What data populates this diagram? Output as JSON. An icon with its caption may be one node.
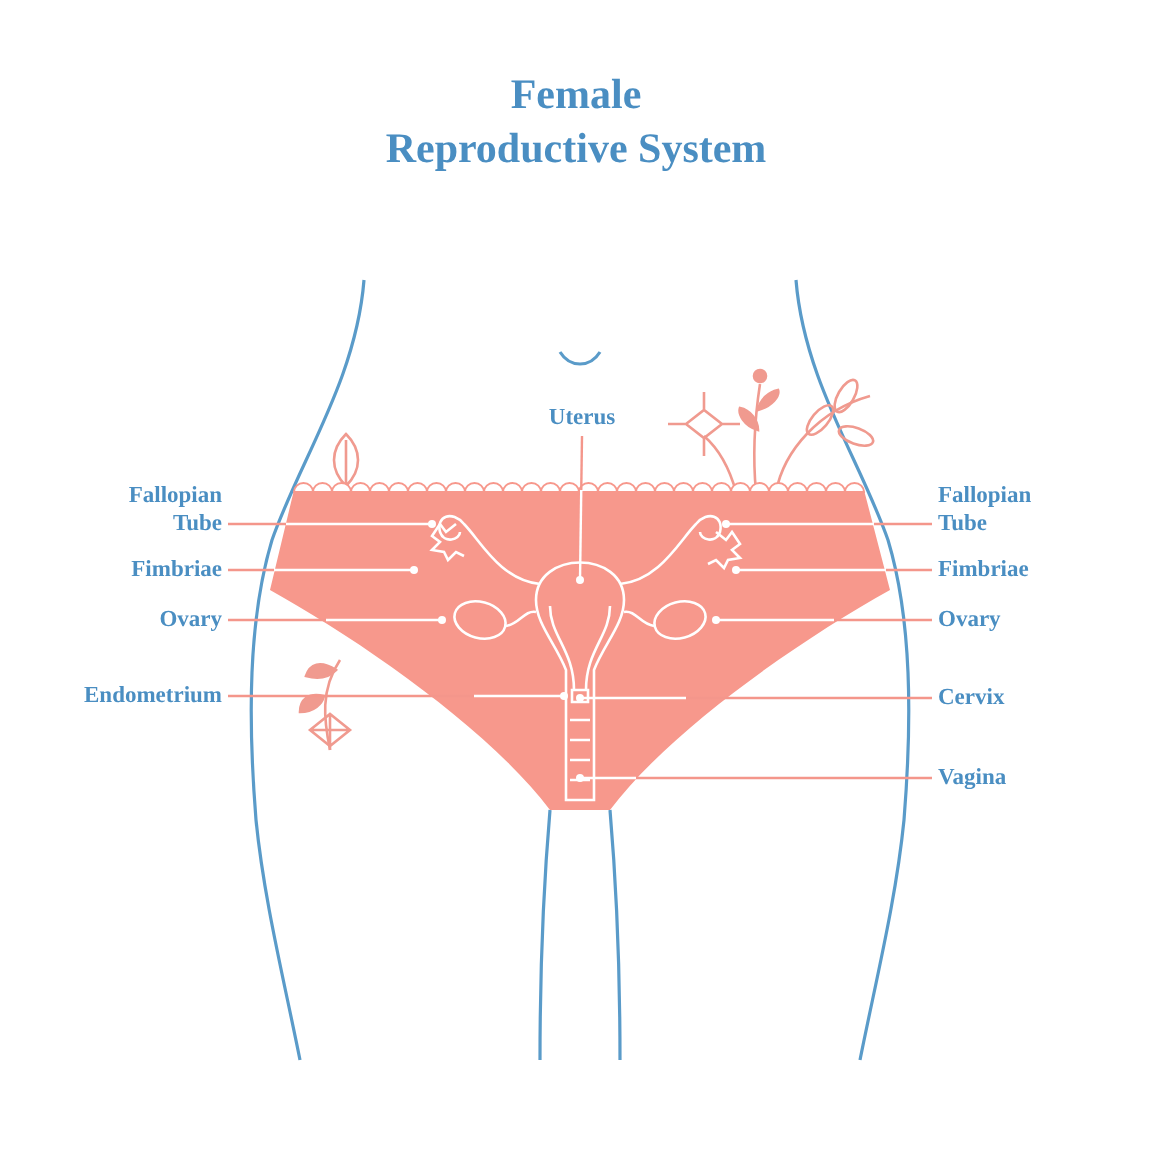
{
  "diagram": {
    "title": "Female Reproductive System",
    "nodes": [
      {
        "text": [
          "Uterus"
        ]
      },
      {
        "text": [
          "Fallopian Tube"
        ]
      },
      {
        "text": [
          "Fimbriae"
        ]
      },
      {
        "text": [
          "Ovary"
        ]
      },
      {
        "text": [
          "Endometrium"
        ]
      },
      {
        "text": [
          "Fallopian Tube"
        ]
      },
      {
        "text": [
          "Fimbriae"
        ]
      },
      {
        "text": [
          "Ovary"
        ]
      },
      {
        "text": [
          "Cervix"
        ]
      },
      {
        "text": [
          "Vagina"
        ]
      },
      {
        "text": [],
        "shape": "picture"
      }
    ],
    "edges": [
      {
        "from": 0,
        "to": 10,
        "arrow": "other"
      },
      {
        "from": 1,
        "to": 10,
        "arrow": "other"
      },
      {
        "from": 2,
        "to": 10,
        "arrow": "other"
      },
      {
        "from": 3,
        "to": 10,
        "arrow": "other"
      },
      {
        "from": 4,
        "to": 10,
        "arrow": "other"
      },
      {
        "from": 5,
        "to": 10,
        "arrow": "other"
      },
      {
        "from": 6,
        "to": 10,
        "arrow": "other"
      },
      {
        "from": 7,
        "to": 10,
        "arrow": "other"
      },
      {
        "from": 8,
        "to": 10,
        "arrow": "other"
      },
      {
        "from": 9,
        "to": 10,
        "arrow": "other"
      }
    ]
  }
}
